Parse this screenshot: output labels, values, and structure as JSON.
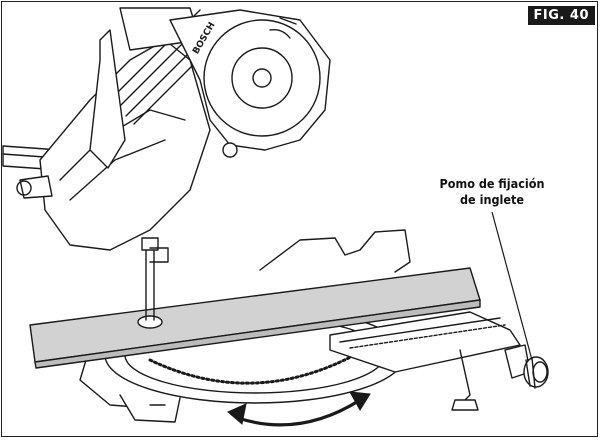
{
  "figure": {
    "badge": "FIG. 40",
    "callout_line1": "Pomo de fijación",
    "callout_line2": "de inglete",
    "brand": "BOSCH",
    "colors": {
      "ink": "#1a1a1a",
      "board": "#d2d2d2",
      "background": "#ffffff"
    },
    "icons": [
      "double-arrow-icon"
    ]
  }
}
